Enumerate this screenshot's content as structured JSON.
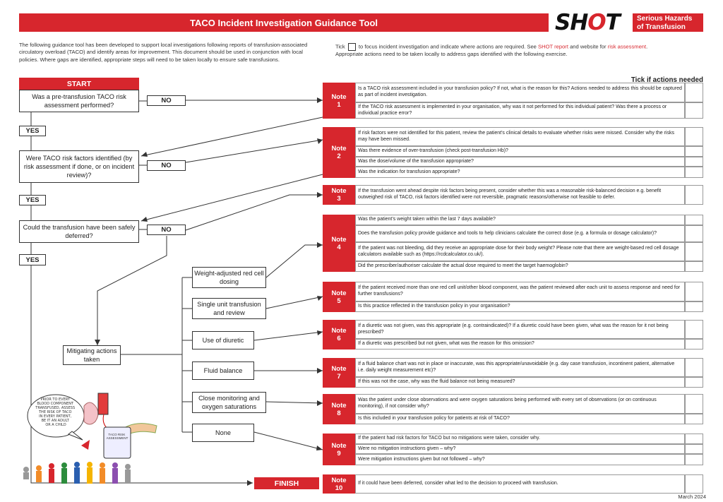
{
  "header": {
    "title": "TACO Incident Investigation Guidance Tool",
    "logo_word": "SHOT",
    "logo_subtitle_line1": "Serious Hazards",
    "logo_subtitle_line2": "of Transfusion"
  },
  "intro": {
    "left": "The following guidance tool has been developed to support local investigations following reports of transfusion-associated circulatory overload (TACO) and identify areas for improvement. This document should be used in conjunction with local policies. Where gaps are identified, appropriate steps will need to be taken locally to ensure safe transfusions.",
    "right_pre": "Tick",
    "right_mid": "to focus incident investigation and indicate where actions are required. See",
    "right_link1": "SHOT report",
    "right_and": "and website for",
    "right_link2": "risk assessment",
    "right_end": ".",
    "right_line2": "Appropriate actions need to be taken locally to address gaps identified with the following exercise."
  },
  "tick_header": "Tick if actions needed",
  "flow": {
    "start": "START",
    "finish": "FINISH",
    "q1": "Was a pre-transfusion TACO risk assessment performed?",
    "q2": "Were TACO risk factors identified (by risk assessment if done, or on incident review)?",
    "q3": "Could the transfusion have been safely deferred?",
    "no": "NO",
    "yes": "YES",
    "mitigating": "Mitigating actions taken",
    "mitigations": [
      "Weight-adjusted red cell dosing",
      "Single unit transfusion and review",
      "Use of diuretic",
      "Fluid balance",
      "Close monitoring and oxygen saturations",
      "None"
    ]
  },
  "notes": [
    {
      "label": "Note",
      "num": "1",
      "rows": [
        "Is a TACO risk assessment included in your transfusion policy? If not, what is the reason for this? Actions needed to address this should be captured as part of incident investigation.",
        "If the TACO risk assessment is implemented in your organisation, why was it not performed for this individual patient? Was there a process or individual practice error?"
      ]
    },
    {
      "label": "Note",
      "num": "2",
      "rows": [
        "If risk factors were not identified for this patient, review the patient's clinical details to evaluate whether risks were missed. Consider why the risks may have been missed.",
        "Was there evidence of over-transfusion (check post-transfusion Hb)?",
        "Was the dose/volume of the transfusion appropriate?",
        "Was the indication for transfusion appropriate?"
      ]
    },
    {
      "label": "Note",
      "num": "3",
      "rows": [
        "If the transfusion went ahead despite risk factors being present, consider whether this was a reasonable risk-balanced decision e.g. benefit outweighed risk of TACO, risk factors identified were not reversible, pragmatic reasons/otherwise not feasible to defer."
      ]
    },
    {
      "label": "Note",
      "num": "4",
      "rows": [
        "Was the patient's weight taken within the last 7 days available?",
        "Does the transfusion policy provide guidance and tools to help clinicians calculate the correct dose (e.g. a formula or dosage calculator)?",
        "If the patient was not bleeding, did they receive an appropriate dose for their body weight? Please note that there are weight-based red cell dosage calculators available such as (https://rcdcalculator.co.uk/).",
        "Did the prescriber/authoriser calculate the actual dose required to meet the target haemoglobin?"
      ]
    },
    {
      "label": "Note",
      "num": "5",
      "rows": [
        "If the patient received more than one red cell unit/other blood component, was the patient reviewed after each unit to assess response and need for further transfusions?",
        "Is this practice reflected in the transfusion policy in your organisation?"
      ]
    },
    {
      "label": "Note",
      "num": "6",
      "rows": [
        "If a diuretic was not given, was this appropriate (e.g. contraindicated)? If a diuretic could have been given, what was the reason for it not being prescribed?",
        "If a diuretic was prescribed but not given, what was the reason for this omission?"
      ]
    },
    {
      "label": "Note",
      "num": "7",
      "rows": [
        "If a fluid balance chart was not in place or inaccurate, was this appropriate/unavoidable (e.g. day case transfusion, incontinent patient, alternative i.e. daily weight measurement etc)?",
        "If this was not the case, why was the fluid balance not being measured?"
      ]
    },
    {
      "label": "Note",
      "num": "8",
      "rows": [
        "Was the patient under close observations and were oxygen saturations being performed with every set of observations (or on continuous monitoring), if not consider why?",
        "Is this included in your transfusion policy for patients at risk of TACO?"
      ]
    },
    {
      "label": "Note",
      "num": "9",
      "rows": [
        "If the patient had risk factors for TACO but no mitigations were taken, consider why.",
        "Were no mitigation instructions given – why?",
        "Were mitigation instructions given but not followed – why?"
      ]
    },
    {
      "label": "Note",
      "num": "10",
      "rows": [
        "If it could have been deferred, consider what led to the decision to proceed with transfusion."
      ]
    }
  ],
  "cartoon": {
    "speech": "PRIOR TO EVERY BLOOD COMPONENT TRANSFUSED, ASSESS THE RISK OF TACO IN EVERY PATIENT, BE IT AN ADULT OR A CHILD",
    "clipboard": "TACO RISK ASSESSMENT"
  },
  "footer_date": "March 2024",
  "colors": {
    "accent": "#d7262d"
  }
}
